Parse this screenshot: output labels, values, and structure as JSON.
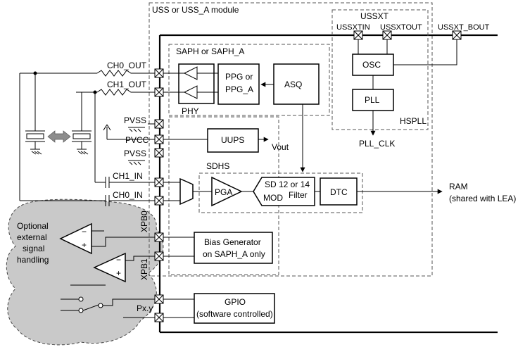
{
  "labels": {
    "module": "USS or USS_A module",
    "ussxt": "USSXT",
    "ussxtin": "USSXTIN",
    "ussxtout": "USSXTOUT",
    "ussxt_bout": "USSXT_BOUT",
    "saph": "SAPH or SAPH_A",
    "osc": "OSC",
    "pll": "PLL",
    "hspll": "HSPLL",
    "pll_clk": "PLL_CLK",
    "ch0_out": "CH0_OUT",
    "ch1_out": "CH1_OUT",
    "ppg_line1": "PPG or",
    "ppg_line2": "PPG_A",
    "asq": "ASQ",
    "phy": "PHY",
    "pvss_top": "PVSS",
    "pvcc": "PVCC",
    "pvss_bottom": "PVSS",
    "uups": "UUPS",
    "vout": "Vout",
    "sdhs": "SDHS",
    "ch1_in": "CH1_IN",
    "ch0_in": "CH0_IN",
    "pga": "PGA",
    "sd_line1": "SD 12 or 14",
    "sd_line2": "MOD",
    "filter": "Filter",
    "dtc": "DTC",
    "ram_line1": "RAM",
    "ram_line2": "(shared with LEA)",
    "xpb0": "XPB0",
    "xpb1": "XPB1",
    "bias_line1": "Bias Generator",
    "bias_line2": "on SAPH_A only",
    "gpio_line1": "GPIO",
    "gpio_line2": "(software controlled)",
    "pxy": "Px.y",
    "optional_line1": "Optional",
    "optional_line2": "external",
    "optional_line3": "signal",
    "optional_line4": "handling",
    "op_minus": "−",
    "op_plus": "+"
  },
  "colors": {
    "cloud_fill": "#c9c9c9",
    "arrow_fill": "#8c8c8c",
    "dashed_border": "#555555"
  }
}
